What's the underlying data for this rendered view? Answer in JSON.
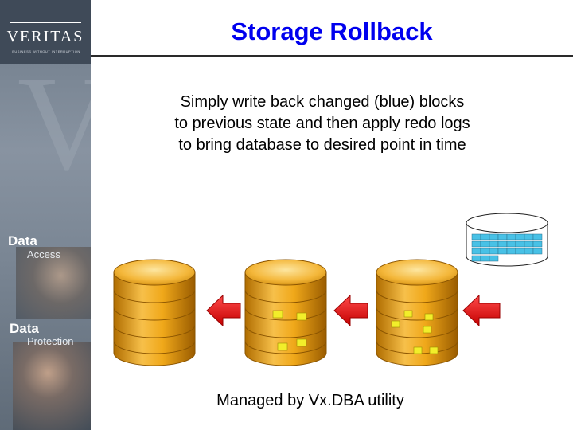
{
  "title": "Storage Rollback",
  "body_text": [
    "Simply write back changed (blue) blocks",
    "to previous state and then apply redo logs",
    "to bring database to desired point in time"
  ],
  "caption": "Managed by Vx.DBA utility",
  "sidebar": {
    "logo": "VERITAS",
    "tagline": "BUSINESS WITHOUT INTERRUPTION",
    "labels": [
      {
        "title": "Data",
        "subtitle": "Access"
      },
      {
        "title": "Data",
        "subtitle": "Protection"
      }
    ]
  },
  "colors": {
    "title": "#0000ee",
    "cylinder_gold": "#f0a81a",
    "block_yellow": "#f2ee2a",
    "arrow_red": "#e31b1b",
    "log_block_blue": "#48c1e6"
  }
}
